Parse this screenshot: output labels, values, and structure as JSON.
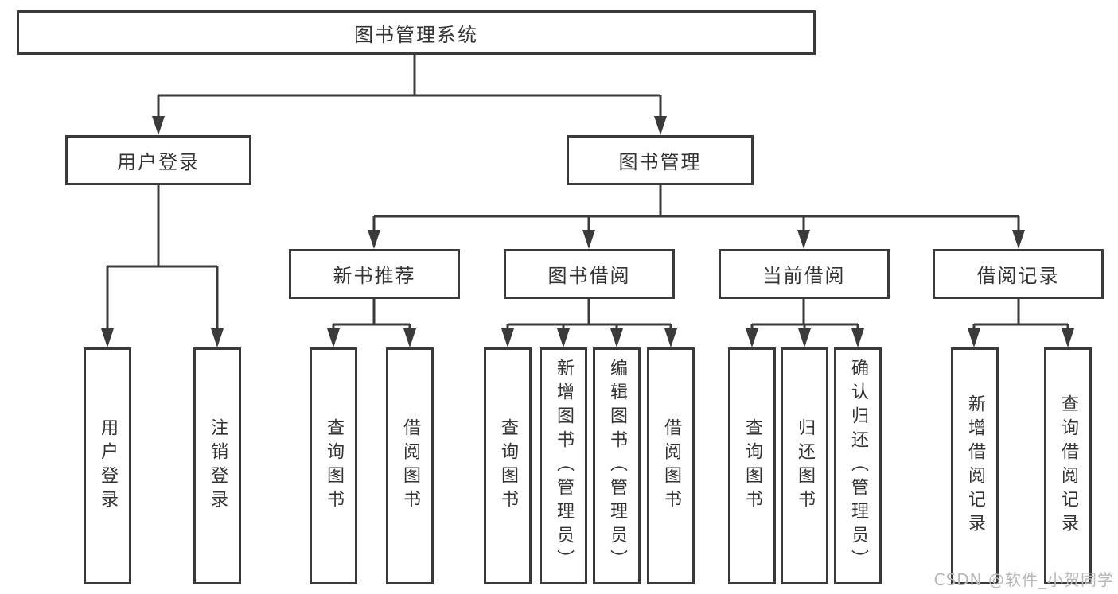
{
  "tree": {
    "root": {
      "label": "图书管理系统"
    },
    "children": [
      {
        "label": "用户登录",
        "children": [
          {
            "label": "用户登录"
          },
          {
            "label": "注销登录"
          }
        ]
      },
      {
        "label": "图书管理",
        "children": [
          {
            "label": "新书推荐",
            "children": [
              {
                "label": "查询图书"
              },
              {
                "label": "借阅图书"
              }
            ]
          },
          {
            "label": "图书借阅",
            "children": [
              {
                "label": "查询图书"
              },
              {
                "label": "新增图书（管理员）"
              },
              {
                "label": "编辑图书（管理员）"
              },
              {
                "label": "借阅图书"
              }
            ]
          },
          {
            "label": "当前借阅",
            "children": [
              {
                "label": "查询图书"
              },
              {
                "label": "归还图书"
              },
              {
                "label": "确认归还（管理员）"
              }
            ]
          },
          {
            "label": "借阅记录",
            "children": [
              {
                "label": "新增借阅记录"
              },
              {
                "label": "查询借阅记录"
              }
            ]
          }
        ]
      }
    ]
  },
  "watermark": "CSDN @软件_小贺同学",
  "colors": {
    "line": "#3a3a3a",
    "text": "#333333",
    "watermark": "#b8b8b8",
    "node_background": "#ffffff",
    "page_background": "#ffffff"
  }
}
